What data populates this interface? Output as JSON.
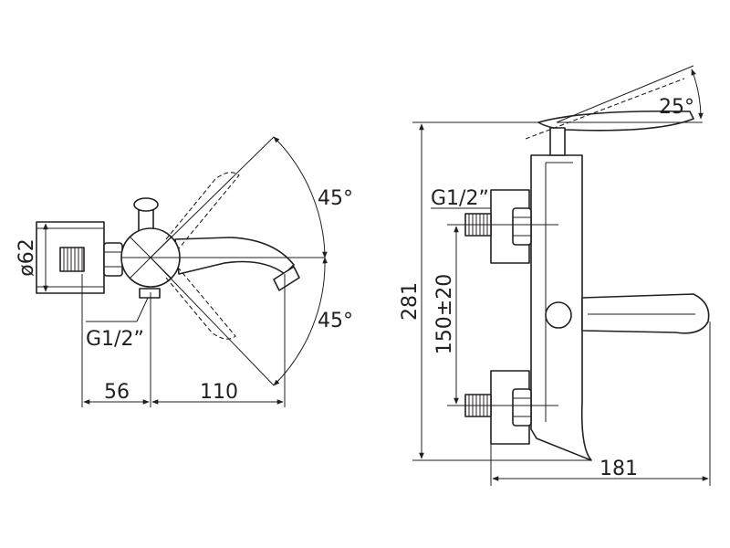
{
  "diagram": {
    "side_view": {
      "diameter_label": "ø62",
      "thread_label": "G1/2ˮ",
      "angle_top_label": "45°",
      "angle_bottom_label": "45°",
      "depth_label": "56",
      "spout_label": "110"
    },
    "front_view": {
      "thread_label": "G1/2ˮ",
      "height_label": "281",
      "spacing_label": "150±20",
      "width_label": "181",
      "lever_angle_label": "25°"
    },
    "colors": {
      "line": "#231f20",
      "background": "#ffffff"
    }
  }
}
